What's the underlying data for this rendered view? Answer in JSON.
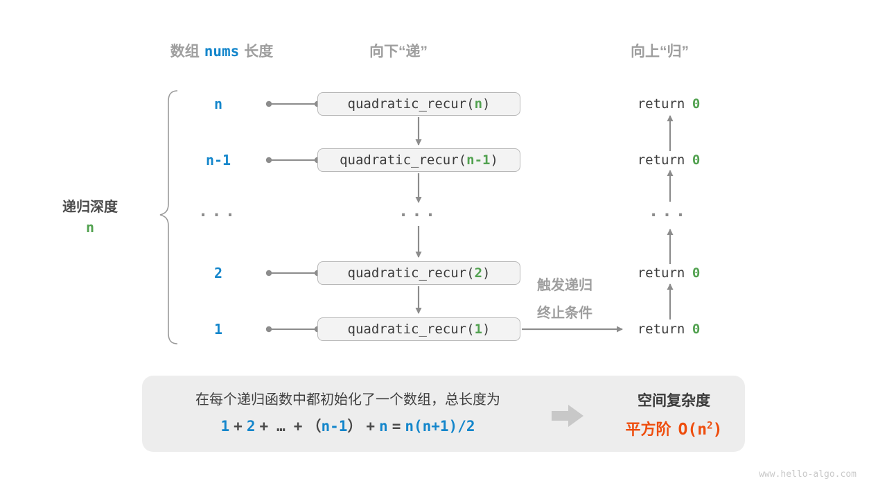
{
  "header": {
    "nums_pre": "数组",
    "nums_code": "nums",
    "nums_post": "长度",
    "down": "向下“递”",
    "up": "向上“归”"
  },
  "left_label": {
    "title": "递归深度",
    "value": "n"
  },
  "rows": [
    {
      "depth": "n",
      "arg": "n"
    },
    {
      "depth": "n-1",
      "arg": "n-1"
    },
    {
      "depth": "2",
      "arg": "2"
    },
    {
      "depth": "1",
      "arg": "1"
    }
  ],
  "code": {
    "call_pre": "quadratic_recur(",
    "call_post": ")",
    "ret_keyword": "return",
    "ret_value": "0"
  },
  "ellipsis": "···",
  "trigger": {
    "line1": "触发递归",
    "line2": "终止条件"
  },
  "summary": {
    "line1": "在每个递归函数中都初始化了一个数组，总长度为",
    "formula": {
      "t1": "1",
      "p1": "+",
      "t2": "2",
      "p2": "+",
      "dots": "…",
      "p3": "+",
      "lp": "（",
      "t3": "n-1",
      "rp": "）",
      "p4": "+",
      "t4": "n",
      "eq": "=",
      "res": "n(n+1)/2"
    },
    "space_title": "空间复杂度",
    "order_label": "平方阶",
    "o_pre": "O(n",
    "o_sup": "2",
    "o_post": ")"
  },
  "watermark": "www.hello-algo.com",
  "colors": {
    "blue": "#1486CB",
    "green": "#51A14F",
    "orange": "#EE4D0D",
    "gray_label": "#9E9E9E",
    "dark_code": "#3B3B3B",
    "line_gray": "#8C8C8C",
    "box_fill": "#F3F3F3",
    "box_border": "#B8B8B8",
    "summary_bg": "#EDEDED"
  }
}
